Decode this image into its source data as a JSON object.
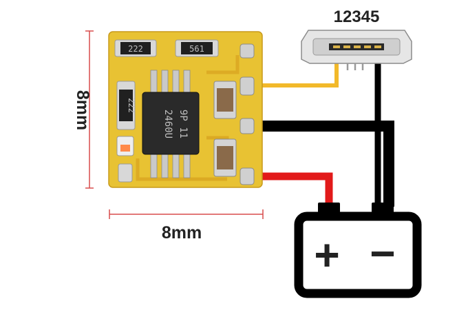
{
  "dimensions": {
    "height_label": "8mm",
    "width_label": "8mm"
  },
  "connector": {
    "pin_numbers": "12345"
  },
  "board": {
    "resistor_top_left": "222",
    "resistor_top_right": "561",
    "resistor_left": "222",
    "chip_line1": "2460U",
    "chip_line2": "9P 11"
  },
  "battery": {
    "plus_symbol": "+",
    "minus_symbol": "−"
  },
  "colors": {
    "pcb": "#e8c233",
    "wire_data": "#f2b92a",
    "wire_ground": "#000000",
    "wire_positive": "#e21a1a",
    "dimension_line": "#d84c4c"
  }
}
